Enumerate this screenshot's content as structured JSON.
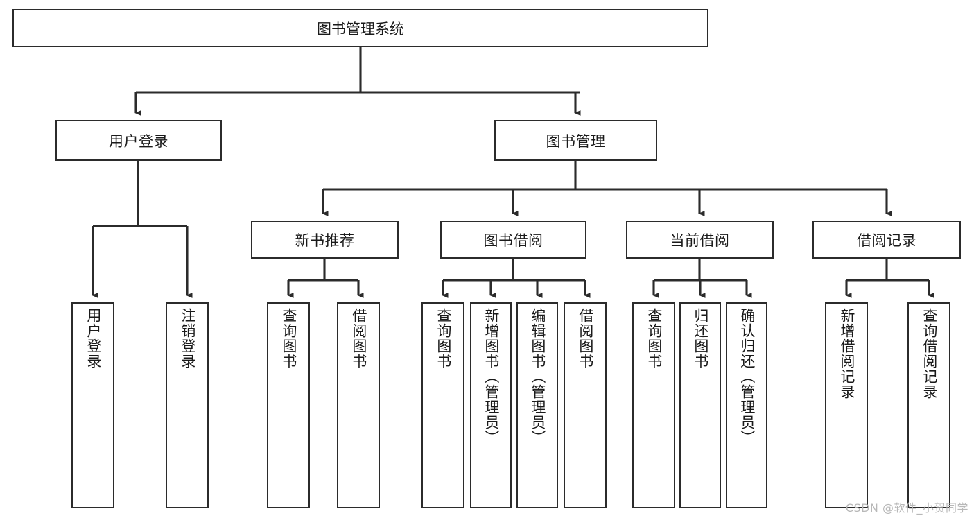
{
  "diagram": {
    "title": "图书管理系统",
    "type": "tree-hierarchy-diagram",
    "colors": {
      "background": "#ffffff",
      "stroke": "#2b2b2b",
      "text": "#1a1a1a",
      "watermark": "#b8b8b8"
    },
    "root": {
      "label": "图书管理系统"
    },
    "level1": [
      {
        "label": "用户登录"
      },
      {
        "label": "图书管理"
      }
    ],
    "level2": [
      {
        "label": "新书推荐"
      },
      {
        "label": "图书借阅"
      },
      {
        "label": "当前借阅"
      },
      {
        "label": "借阅记录"
      }
    ],
    "leaves": {
      "user_login": [
        {
          "label": "用户登录"
        },
        {
          "label": "注销登录"
        }
      ],
      "new_book_recommend": [
        {
          "label": "查询图书"
        },
        {
          "label": "借阅图书"
        }
      ],
      "book_borrow": [
        {
          "label": "查询图书"
        },
        {
          "label": "新增图书（管理员）"
        },
        {
          "label": "编辑图书（管理员）"
        },
        {
          "label": "借阅图书"
        }
      ],
      "current_borrow": [
        {
          "label": "查询图书"
        },
        {
          "label": "归还图书"
        },
        {
          "label": "确认归还（管理员）"
        }
      ],
      "borrow_record": [
        {
          "label": "新增借阅记录"
        },
        {
          "label": "查询借阅记录"
        }
      ]
    },
    "watermark": "CSDN @软件_小贺同学"
  }
}
